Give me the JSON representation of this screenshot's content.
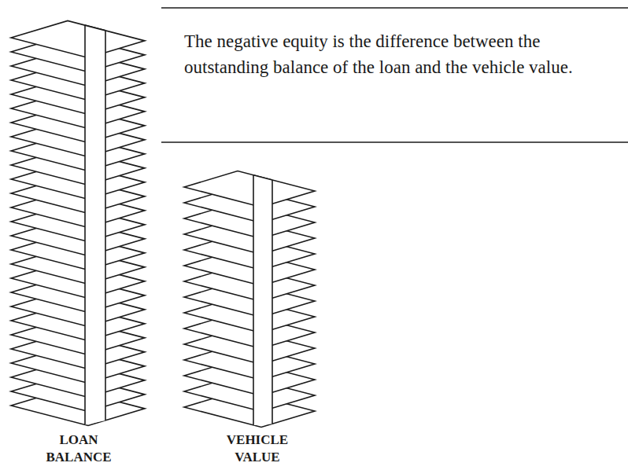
{
  "diagram": {
    "labels": [
      "The negative equity is the difference between the outstanding balance of the loan and the vehicle value.",
      "LOAN BALANCE",
      "VEHICLE VALUE"
    ]
  }
}
